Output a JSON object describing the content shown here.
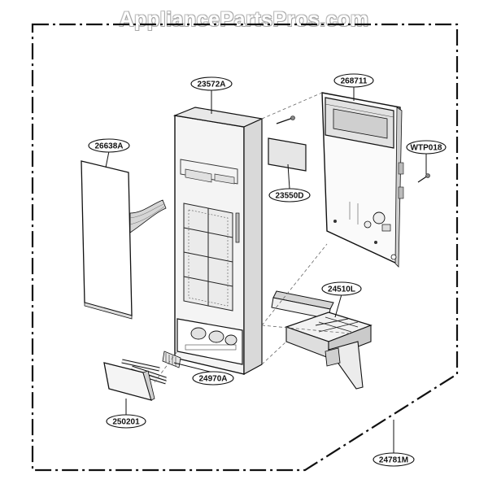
{
  "watermark": "AppliancePartsPros.com",
  "parts": [
    {
      "id": "23572A"
    },
    {
      "id": "268711"
    },
    {
      "id": "26638A"
    },
    {
      "id": "WTP018"
    },
    {
      "id": "23550D"
    },
    {
      "id": "24510L"
    },
    {
      "id": "24970A"
    },
    {
      "id": "250201"
    },
    {
      "id": "24781M"
    }
  ]
}
